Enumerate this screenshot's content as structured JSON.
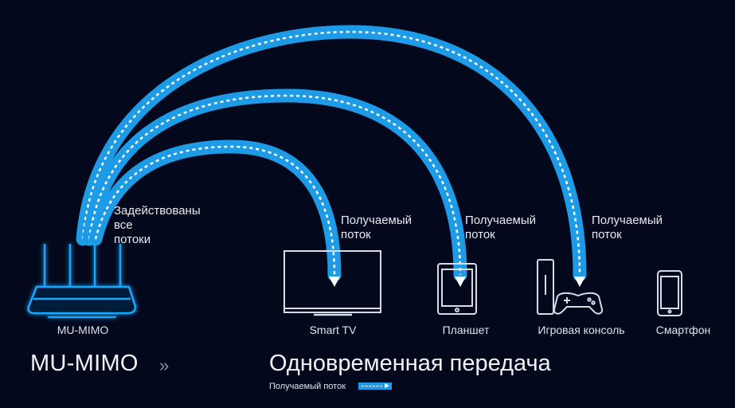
{
  "router": {
    "label": "MU-MIMO",
    "streams_text": "Задействованы\nвсе\nпотоки"
  },
  "devices": [
    {
      "id": "tv",
      "name": "Smart TV",
      "stream_label": "Получаемый\nпоток"
    },
    {
      "id": "tablet",
      "name": "Планшет",
      "stream_label": "Получаемый\nпоток"
    },
    {
      "id": "console",
      "name": "Игровая консоль",
      "stream_label": "Получаемый\nпоток"
    },
    {
      "id": "phone",
      "name": "Смартфон"
    }
  ],
  "footer": {
    "left_title": "MU-MIMO",
    "chevrons": "»",
    "right_title": "Одновременная передача",
    "legend_text": "Получаемый поток"
  },
  "colors": {
    "background": "#04081c",
    "stream": "#1e9be6",
    "glow": "#14a8ff",
    "device_outline": "#d8dce6"
  }
}
